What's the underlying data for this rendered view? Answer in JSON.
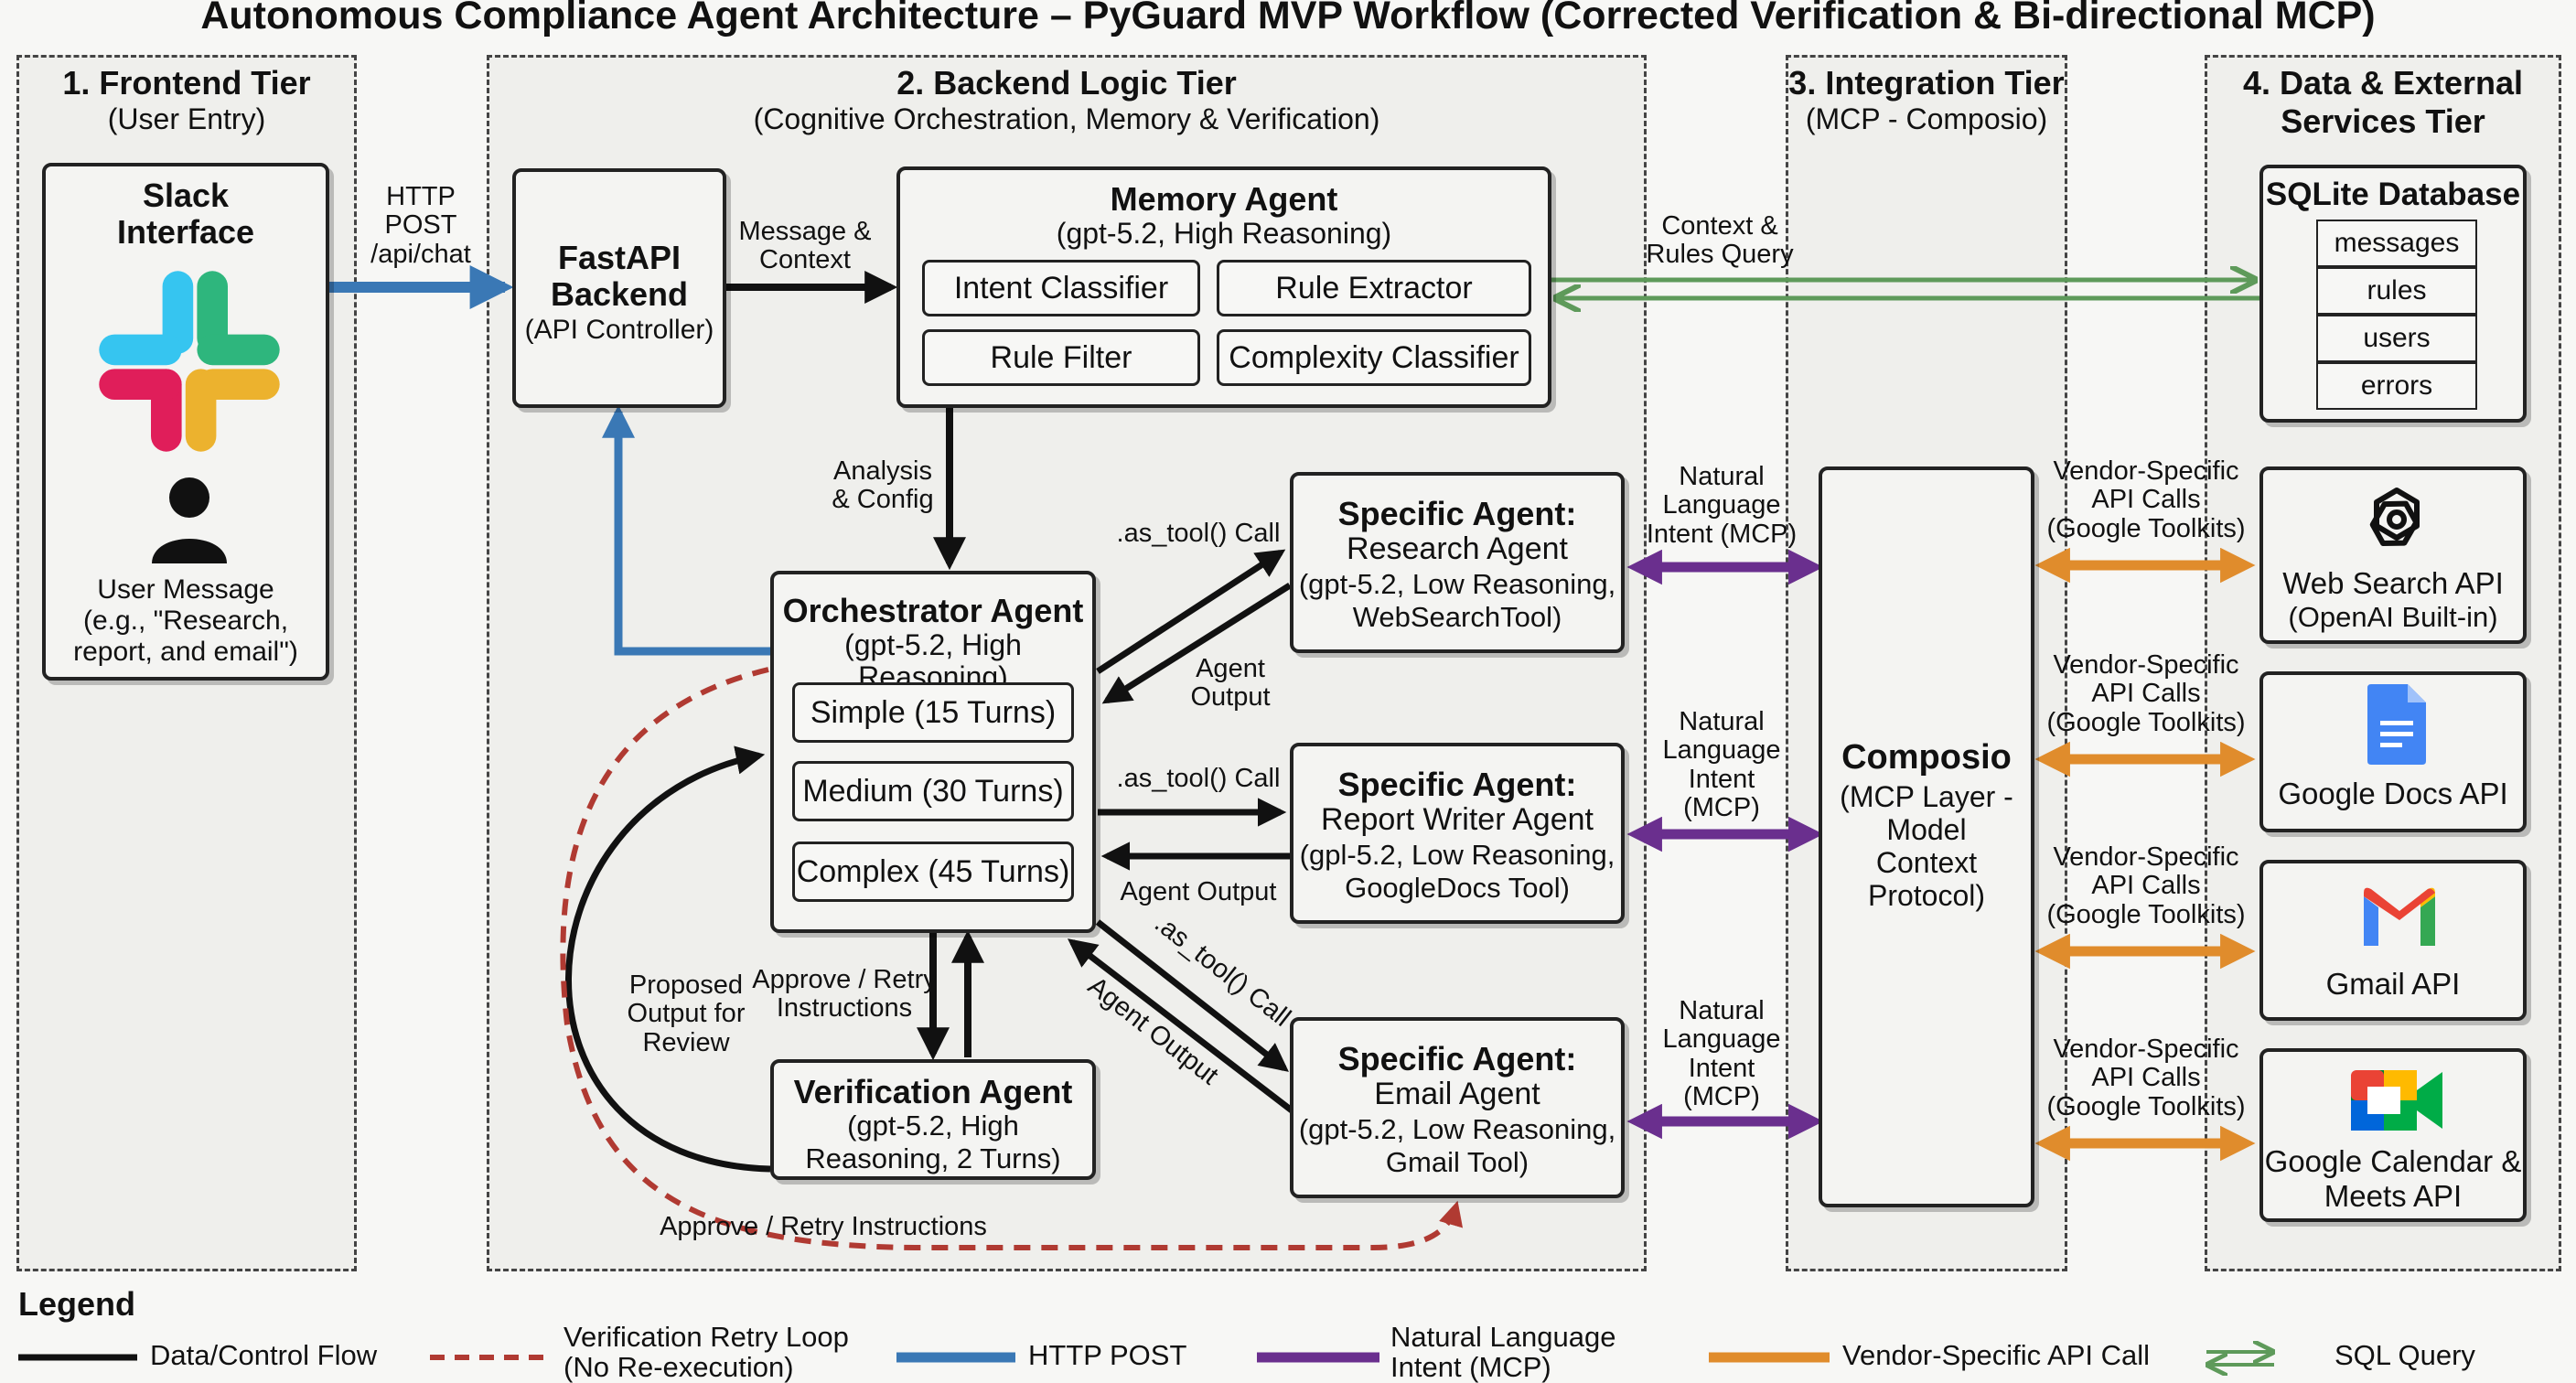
{
  "title": "Autonomous Compliance Agent Architecture – PyGuard MVP Workflow (Corrected Verification & Bi-directional MCP)",
  "tiers": {
    "frontend": {
      "title": "1. Frontend Tier",
      "subtitle": "(User Entry)"
    },
    "backend": {
      "title": "2. Backend Logic Tier",
      "subtitle": "(Cognitive Orchestration, Memory & Verification)"
    },
    "integration": {
      "title": "3. Integration Tier",
      "subtitle": "(MCP - Composio)"
    },
    "data": {
      "title_line1": "4. Data & External",
      "title_line2": "Services Tier"
    }
  },
  "slack": {
    "title_line1": "Slack",
    "title_line2": "Interface",
    "caption_line1": "User Message",
    "caption_line2": "(e.g., \"Research,",
    "caption_line3": "report, and email\")"
  },
  "fastapi": {
    "title_line1": "FastAPI",
    "title_line2": "Backend",
    "subtitle": "(API Controller)"
  },
  "memory": {
    "title": "Memory Agent",
    "subtitle": "(gpt-5.2, High Reasoning)",
    "modules": [
      "Intent Classifier",
      "Rule Extractor",
      "Rule Filter",
      "Complexity Classifier"
    ]
  },
  "orchestrator": {
    "title": "Orchestrator Agent",
    "subtitle": "(gpt-5.2, High Reasoning)",
    "modes": [
      "Simple (15 Turns)",
      "Medium (30 Turns)",
      "Complex (45 Turns)"
    ]
  },
  "verification": {
    "title": "Verification Agent",
    "line1": "(gpt-5.2, High",
    "line2": "Reasoning, 2 Turns)"
  },
  "agents": [
    {
      "title": "Specific Agent:",
      "name": "Research Agent",
      "line1": "(gpt-5.2, Low Reasoning,",
      "line2": "WebSearchTool)"
    },
    {
      "title": "Specific Agent:",
      "name": "Report Writer Agent",
      "line1": "(gpl-5.2, Low Reasoning,",
      "line2": "GoogleDocs Tool)"
    },
    {
      "title": "Specific Agent:",
      "name": "Email Agent",
      "line1": "(gpt-5.2, Low Reasoning,",
      "line2": "Gmail Tool)"
    }
  ],
  "composio": {
    "title": "Composio",
    "lines": [
      "(MCP Layer -",
      "Model",
      "Context",
      "Protocol)"
    ]
  },
  "database": {
    "title": "SQLite Database",
    "tables": [
      "messages",
      "rules",
      "users",
      "errors"
    ]
  },
  "services": [
    {
      "line1": "Web Search API",
      "line2": "(OpenAI Built-in)",
      "icon": "openai-icon"
    },
    {
      "line1": "Google Docs API",
      "line2": "",
      "icon": "google-docs-icon"
    },
    {
      "line1": "Gmail API",
      "line2": "",
      "icon": "gmail-icon"
    },
    {
      "line1": "Google Calendar &",
      "line2": "Meets API",
      "icon": "google-meet-icon"
    }
  ],
  "labels": {
    "http_post": [
      "HTTP",
      "POST",
      "/api/chat"
    ],
    "message_context": [
      "Message &",
      "Context"
    ],
    "context_rules": [
      "Context &",
      "Rules Query"
    ],
    "analysis_config": [
      "Analysis",
      "& Config"
    ],
    "as_tool_1": ".as_tool() Call",
    "agent_output_1": [
      "Agent",
      "Output"
    ],
    "as_tool_2": ".as_tool() Call",
    "agent_output_2": "Agent Output",
    "as_tool_3": ".as_tool() Call",
    "agent_output_3": "Agent Output",
    "proposed_output": [
      "Proposed",
      "Output for",
      "Review"
    ],
    "approve_retry": [
      "Approve / Retry",
      "Instructions"
    ],
    "approve_retry_bottom": "Approve / Retry Instructions",
    "nl_intent_1": [
      "Natural",
      "Language",
      "Intent (MCP)"
    ],
    "nl_intent_2": [
      "Natural",
      "Language",
      "Intent",
      "(MCP)"
    ],
    "nl_intent_3": [
      "Natural",
      "Language",
      "Intent",
      "(MCP)"
    ],
    "vendor_1": [
      "Vendor-Specific",
      "API Calls",
      "(Google Toolkits)"
    ],
    "vendor_2": [
      "Vendor-Specific",
      "API Calls",
      "(Google Toolkits)"
    ],
    "vendor_3": [
      "Vendor-Specific",
      "API Calls",
      "(Google Toolkits)"
    ],
    "vendor_4": [
      "Vendor-Specific",
      "API Calls",
      "(Google Toolkits)"
    ]
  },
  "legend": {
    "title": "Legend",
    "items": [
      {
        "line1": "Data/Control Flow",
        "line2": "",
        "color": "#111111"
      },
      {
        "line1": "Verification Retry Loop",
        "line2": "(No Re-execution)",
        "color": "#b03a32"
      },
      {
        "line1": "HTTP POST",
        "line2": "",
        "color": "#3a78b5"
      },
      {
        "line1": "Natural Language",
        "line2": "Intent (MCP)",
        "color": "#6a2f8e"
      },
      {
        "line1": "Vendor-Specific API Call",
        "line2": "",
        "color": "#e08c2c"
      },
      {
        "line1": "SQL Query",
        "line2": "",
        "color": "#5e9a5a"
      }
    ]
  },
  "colors": {
    "flow": "#111111",
    "retry": "#b03a32",
    "http": "#3a78b5",
    "mcp": "#6a2f8e",
    "vendor": "#e08c2c",
    "sql": "#5e9a5a"
  }
}
